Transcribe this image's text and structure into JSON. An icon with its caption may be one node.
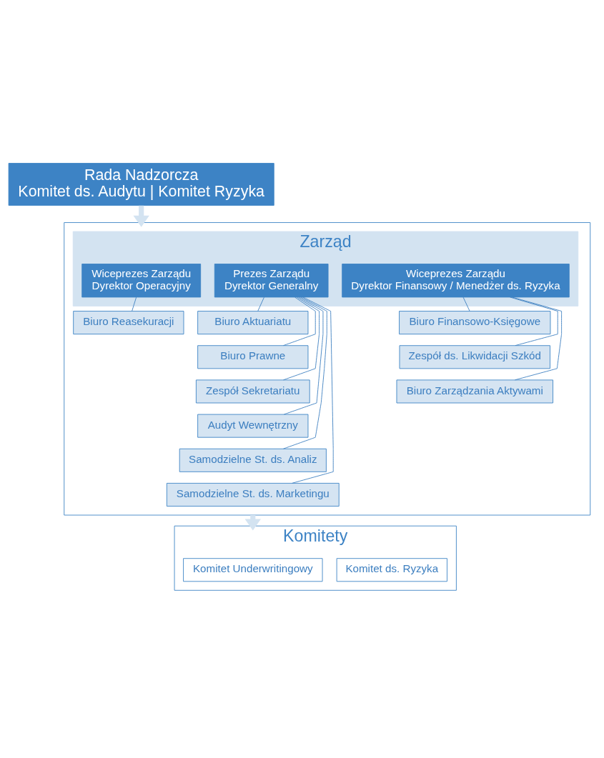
{
  "diagram": {
    "nodes": [
      {
        "text": [
          "Rada Nadzorcza",
          "Komitet ds. Audytu | Komitet Ryzyka"
        ]
      },
      {
        "text": [],
        "shape": "box"
      },
      {
        "text": [
          "Zarząd"
        ],
        "in": 1
      },
      {
        "text": [
          "Wiceprezes Zarządu",
          "Dyrektor Operacyjny"
        ],
        "in": 2
      },
      {
        "text": [
          "Prezes Zarządu",
          "Dyrektor Generalny"
        ],
        "in": 2
      },
      {
        "text": [
          "Wiceprezes Zarządu",
          "Dyrektor Finansowy / Menedżer ds. Ryzyka"
        ],
        "in": 2
      },
      {
        "text": [
          "Biuro Reasekuracji"
        ],
        "in": 1
      },
      {
        "text": [
          "Biuro Aktuariatu"
        ],
        "in": 1
      },
      {
        "text": [
          "Biuro Finansowo-Księgowe"
        ],
        "in": 1
      },
      {
        "text": [
          "Biuro Prawne"
        ],
        "in": 1
      },
      {
        "text": [
          "Zespół ds. Likwidacji Szkód"
        ],
        "in": 1
      },
      {
        "text": [
          "Zespół Sekretariatu"
        ],
        "in": 1
      },
      {
        "text": [
          "Biuro Zarządzania Aktywami"
        ],
        "in": 1
      },
      {
        "text": [
          "Audyt Wewnętrzny"
        ],
        "in": 1
      },
      {
        "text": [
          "Samodzielne St. ds. Analiz"
        ],
        "in": 1
      },
      {
        "text": [
          "Samodzielne St. ds. Marketingu"
        ],
        "in": 1
      },
      {
        "text": [
          "Komitety"
        ]
      },
      {
        "text": [
          "Komitet Underwritingowy"
        ],
        "in": 16
      },
      {
        "text": [
          "Komitet ds. Ryzyka"
        ],
        "in": 16
      }
    ],
    "edges": [
      {
        "from": 0,
        "to": 1,
        "arrow": "to",
        "style": "thick",
        "color": "#d3e3f1"
      },
      {
        "from": 3,
        "to": 6,
        "arrow": "none"
      },
      {
        "from": 4,
        "to": 7,
        "arrow": "none"
      },
      {
        "from": 4,
        "to": 9,
        "arrow": "none"
      },
      {
        "from": 4,
        "to": 11,
        "arrow": "none"
      },
      {
        "from": 4,
        "to": 13,
        "arrow": "none"
      },
      {
        "from": 4,
        "to": 14,
        "arrow": "none"
      },
      {
        "from": 4,
        "to": 15,
        "arrow": "none"
      },
      {
        "from": 5,
        "to": 8,
        "arrow": "none"
      },
      {
        "from": 5,
        "to": 10,
        "arrow": "none"
      },
      {
        "from": 5,
        "to": 12,
        "arrow": "none"
      },
      {
        "from": 1,
        "to": 16,
        "arrow": "to",
        "style": "thick",
        "color": "#d3e3f1"
      }
    ]
  }
}
